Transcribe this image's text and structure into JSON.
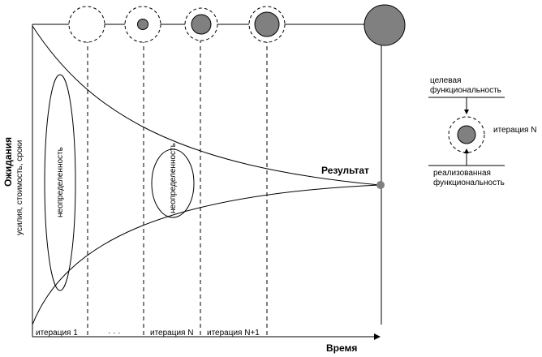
{
  "axes": {
    "y_label": "Ожидания",
    "y_sublabel": "усилия, стоимость, сроки",
    "x_label": "Время"
  },
  "result_label": "Результат",
  "uncertainty_label": "неопределенность",
  "iterations": [
    "итерация 1",
    "· · ·",
    "итерация N",
    "итерация N+1"
  ],
  "legend": {
    "target_label_line1": "целевая",
    "target_label_line2": "функциональность",
    "iteration_label": "итерация N",
    "realized_label_line1": "реализованная",
    "realized_label_line2": "функциональность"
  },
  "colors": {
    "fill_gray": "#808080",
    "line": "#000000"
  }
}
